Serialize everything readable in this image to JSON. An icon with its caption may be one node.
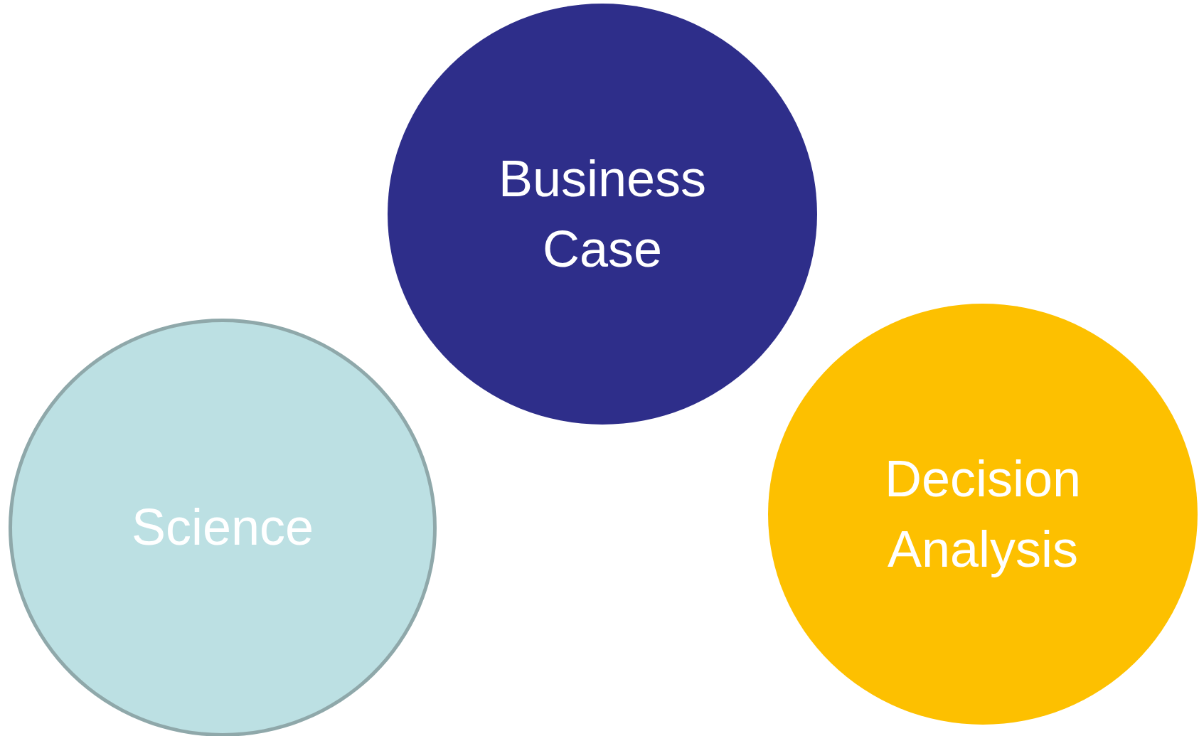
{
  "diagram": {
    "nodes": [
      {
        "text": [
          "Business Case"
        ]
      },
      {
        "text": [
          "Science"
        ]
      },
      {
        "text": [
          "Decision Analysis"
        ]
      }
    ]
  }
}
